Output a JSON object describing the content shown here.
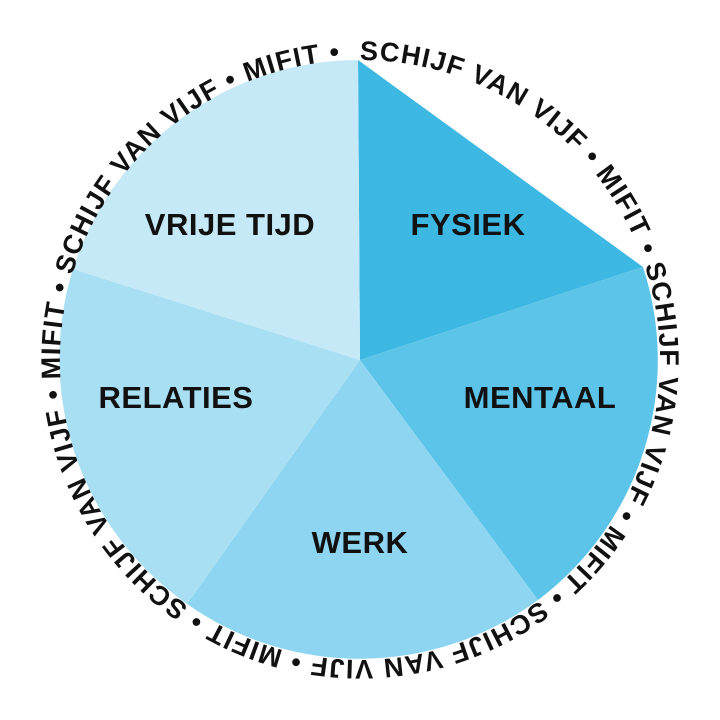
{
  "ring_text": "SCHIJF VAN VIJF • MIFIT • SCHIJF VAN VIJF • MIFIT • SCHIJF VAN VIJF • MIFIT • SCHIJF VAN VIJF • MIFIT • SCHIJF VAN VIJF • MIFIT •",
  "segments": [
    {
      "label": "FYSIEK",
      "color": "#3db8e3"
    },
    {
      "label": "MENTAAL",
      "color": "#5cc4e9"
    },
    {
      "label": "WERK",
      "color": "#8dd5f0"
    },
    {
      "label": "RELATIES",
      "color": "#a9dff3"
    },
    {
      "label": "VRIJE TIJD",
      "color": "#c6e9f7"
    }
  ]
}
